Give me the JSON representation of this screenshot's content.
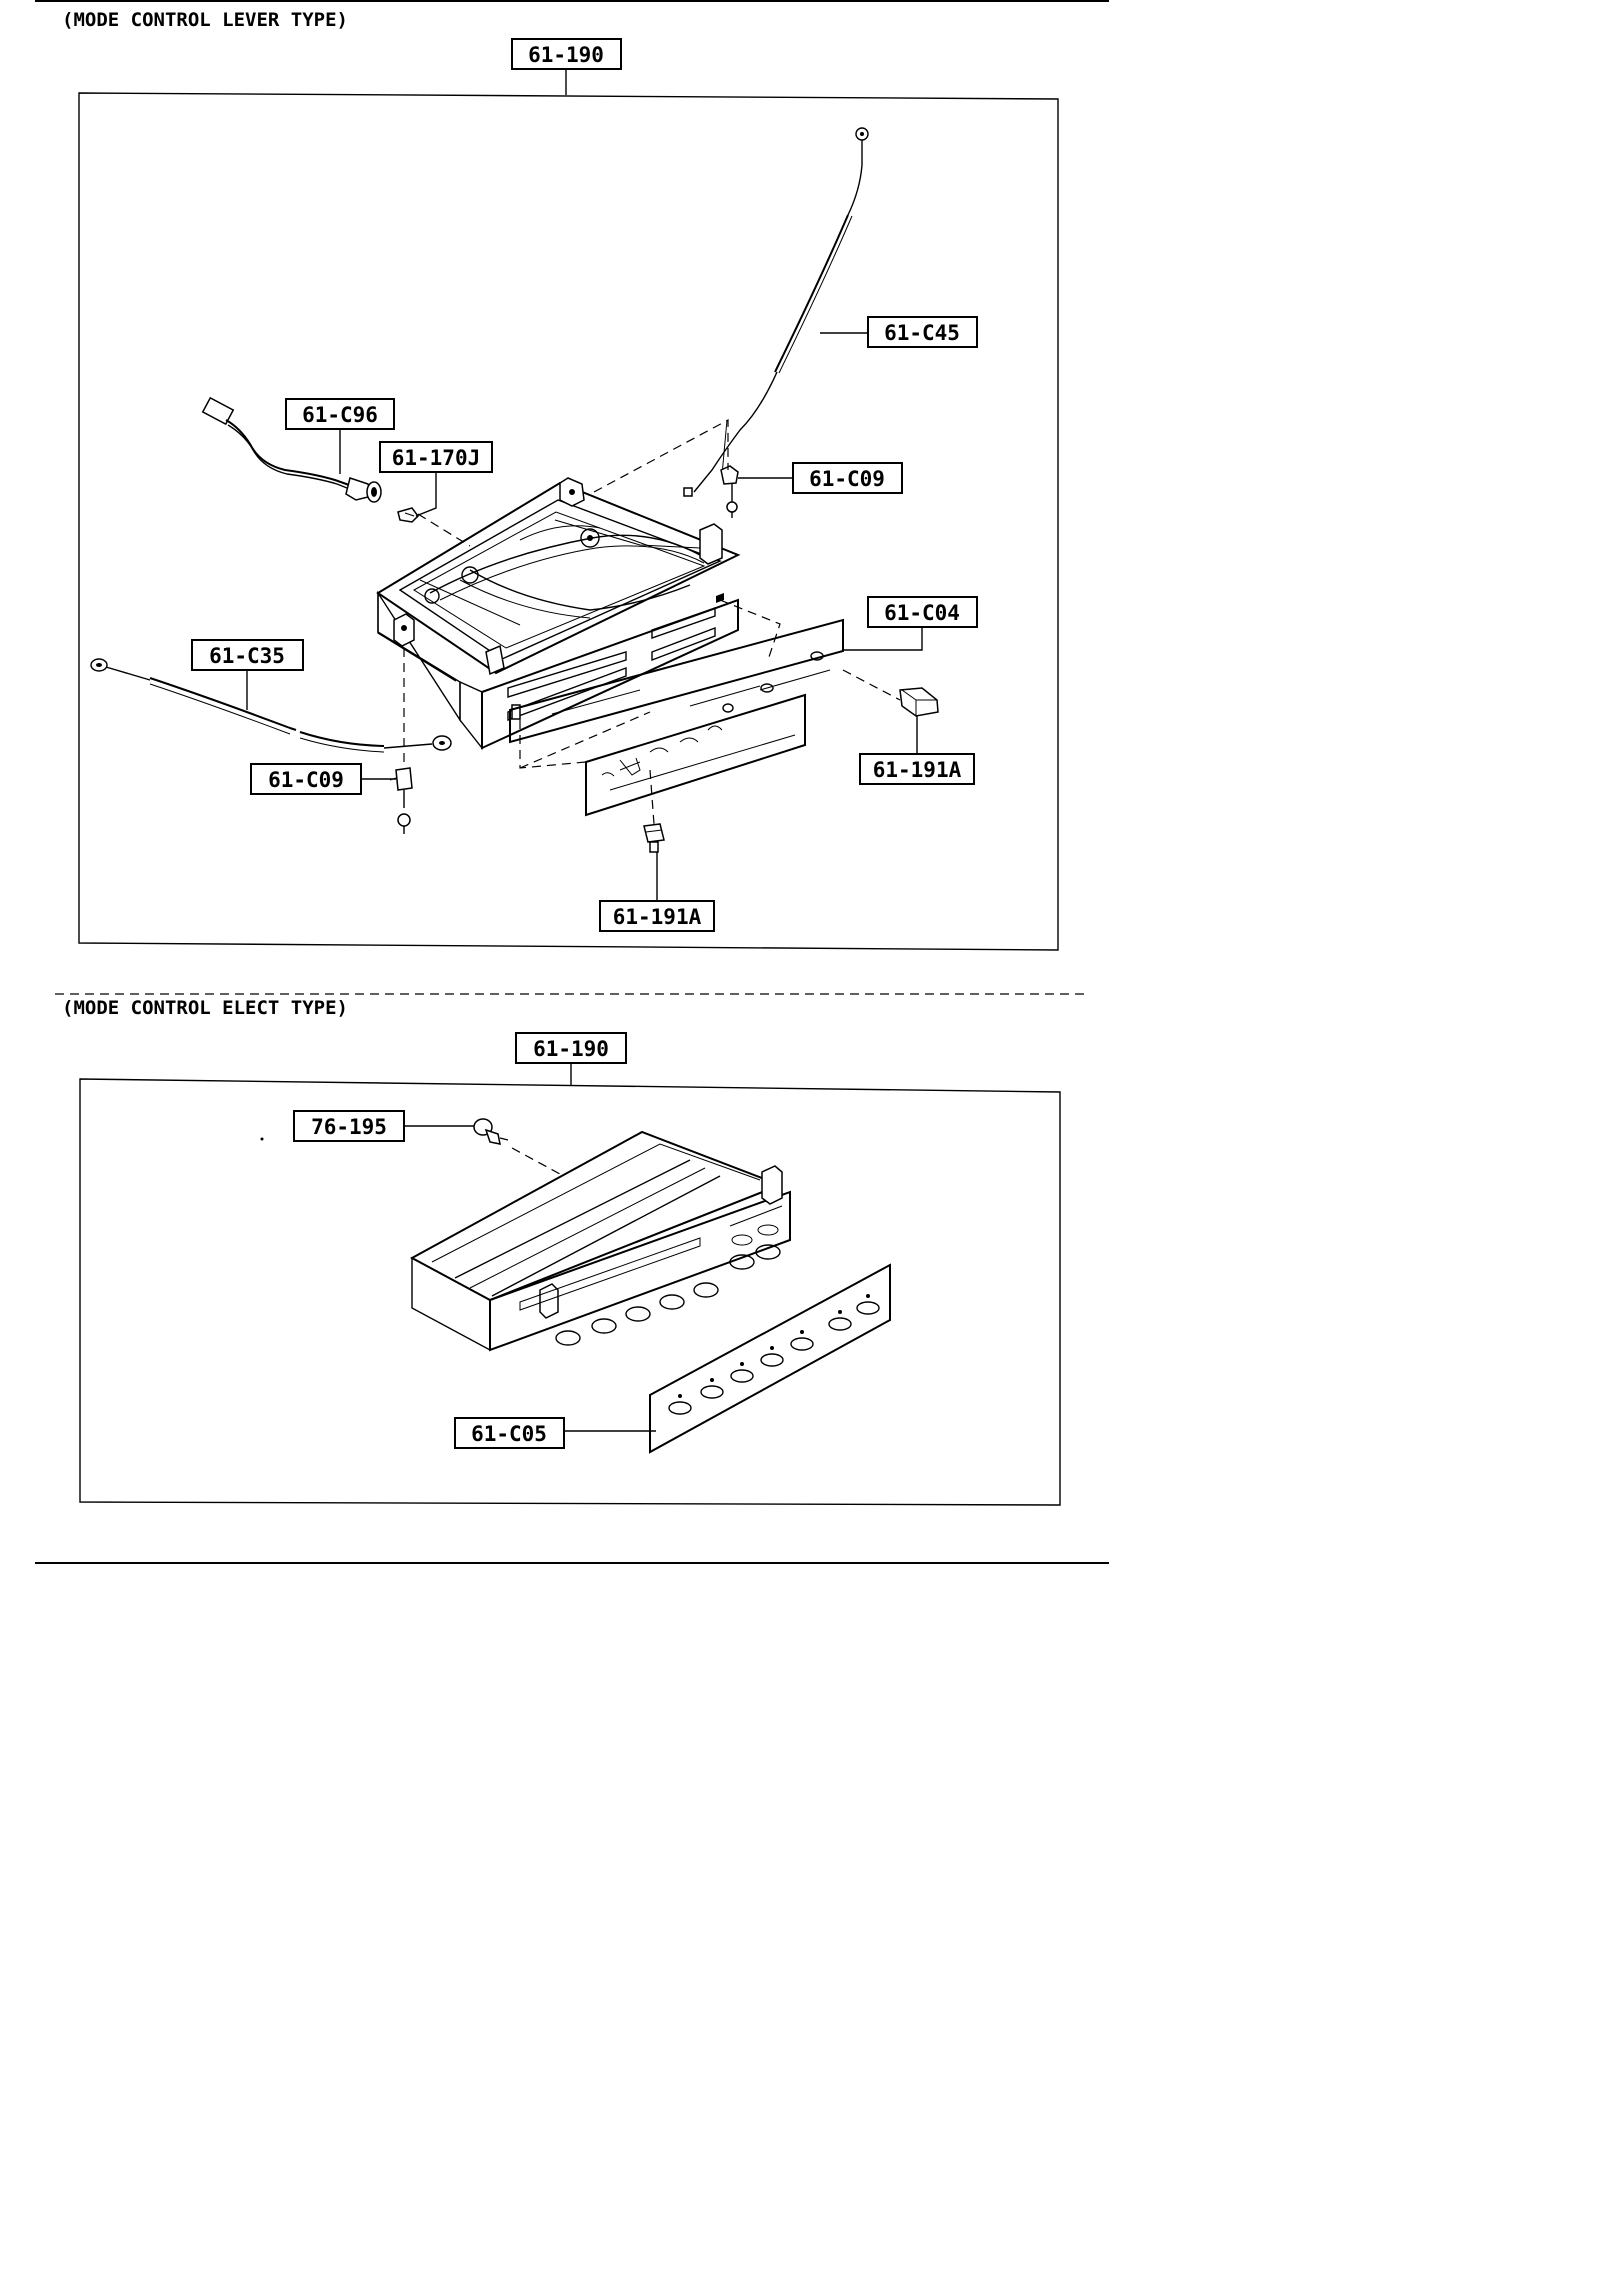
{
  "sections": [
    {
      "title": "(MODE CONTROL LEVER TYPE)",
      "assembly_ref": "61-190",
      "callouts": {
        "c45": "61-C45",
        "c96": "61-C96",
        "r170j": "61-170J",
        "c09_right": "61-C09",
        "c04": "61-C04",
        "c35": "61-C35",
        "c09_left": "61-C09",
        "r191a_right": "61-191A",
        "r191a_bottom": "61-191A"
      }
    },
    {
      "title": "(MODE CONTROL ELECT TYPE)",
      "assembly_ref": "61-190",
      "callouts": {
        "r195": "76-195",
        "c05": "61-C05"
      }
    }
  ]
}
